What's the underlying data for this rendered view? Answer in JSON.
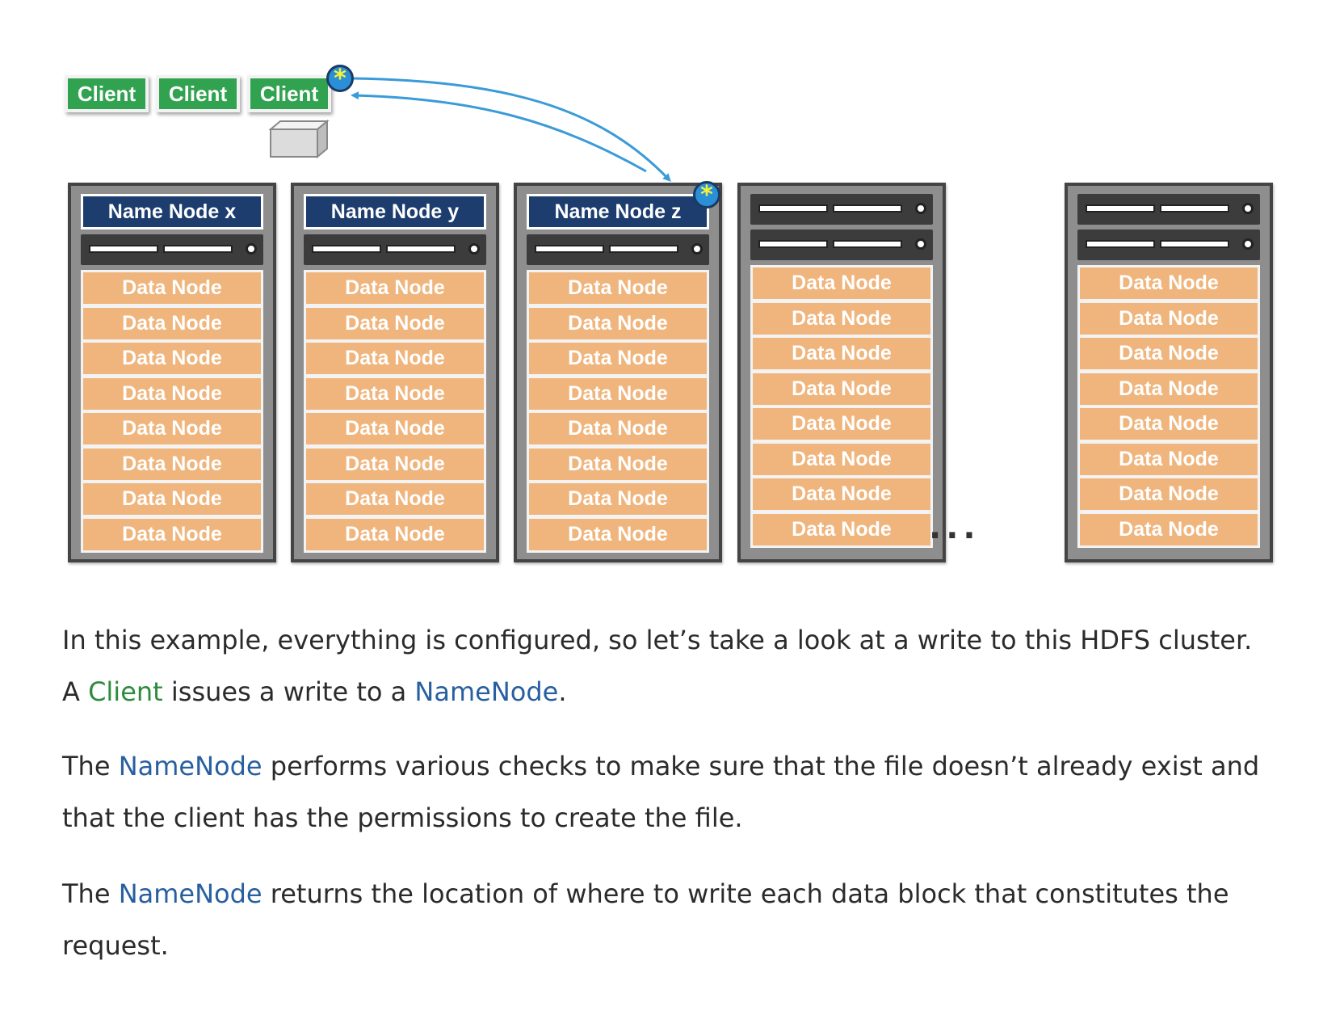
{
  "clients": [
    "Client",
    "Client",
    "Client"
  ],
  "racks": [
    {
      "name": "Name Node x",
      "data_nodes": [
        "Data Node",
        "Data Node",
        "Data Node",
        "Data Node",
        "Data Node",
        "Data Node",
        "Data Node",
        "Data Node"
      ]
    },
    {
      "name": "Name Node y",
      "data_nodes": [
        "Data Node",
        "Data Node",
        "Data Node",
        "Data Node",
        "Data Node",
        "Data Node",
        "Data Node",
        "Data Node"
      ]
    },
    {
      "name": "Name Node z",
      "data_nodes": [
        "Data Node",
        "Data Node",
        "Data Node",
        "Data Node",
        "Data Node",
        "Data Node",
        "Data Node",
        "Data Node"
      ]
    },
    {
      "name": "",
      "data_nodes": [
        "Data Node",
        "Data Node",
        "Data Node",
        "Data Node",
        "Data Node",
        "Data Node",
        "Data Node",
        "Data Node"
      ]
    },
    {
      "name": "",
      "data_nodes": [
        "Data Node",
        "Data Node",
        "Data Node",
        "Data Node",
        "Data Node",
        "Data Node",
        "Data Node",
        "Data Node"
      ]
    }
  ],
  "ellipsis": "...",
  "star_symbol": "*",
  "colors": {
    "client": "#31a350",
    "name_node": "#1c3d6e",
    "data_node": "#efb57d",
    "arrow": "#3a9bd8",
    "link_client": "#2e8b3d",
    "link_namenode": "#275fa0"
  },
  "text": {
    "p1": {
      "a": "In this example, everything is configured, so let’s take a look at a write to this HDFS cluster. A ",
      "b": "Client",
      "c": " issues a write to a ",
      "d": "NameNode",
      "e": "."
    },
    "p2": {
      "a": "The ",
      "b": "NameNode",
      "c": " performs various checks to make sure that the file doesn’t already exist and that the client has the permissions to create the file."
    },
    "p3": {
      "a": "The ",
      "b": "NameNode",
      "c": " returns the location of where to write each data block that constitutes the request."
    }
  }
}
